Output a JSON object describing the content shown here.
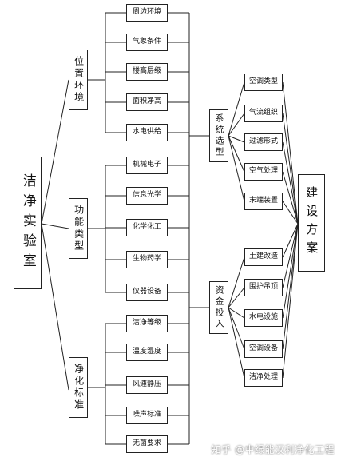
{
  "root": {
    "label": "洁净实验室"
  },
  "groups": [
    {
      "label": "位置环境",
      "items": [
        "周边环境",
        "气象条件",
        "楼高层级",
        "面积净高",
        "水电供给"
      ]
    },
    {
      "label": "功能类型",
      "items": [
        "机械电子",
        "信息光学",
        "化学化工",
        "生物药学",
        "仪器设备"
      ]
    },
    {
      "label": "净化标准",
      "items": [
        "洁净等级",
        "温度湿度",
        "风速静压",
        "噪声标准",
        "无菌要求"
      ]
    }
  ],
  "middle": [
    {
      "label": "系统选型",
      "items": [
        "空调类型",
        "气流组织",
        "过滤形式",
        "空气处理",
        "末端装置"
      ]
    },
    {
      "label": "资金投入",
      "items": [
        "土建改造",
        "围护吊顶",
        "水电设施",
        "空调设备",
        "洁净处理"
      ]
    }
  ],
  "plan": {
    "label": "建设方案"
  },
  "watermark": "知乎 @中绿能汉利净化工程"
}
